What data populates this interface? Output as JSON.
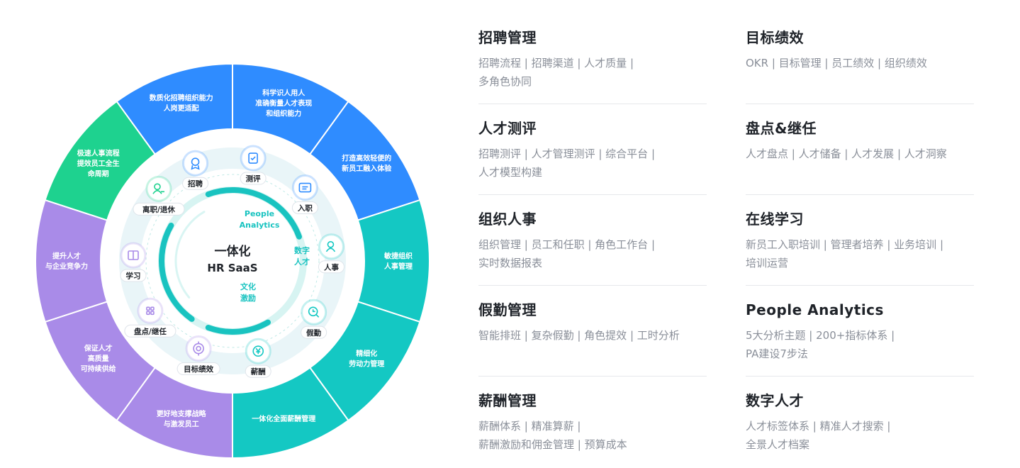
{
  "colors": {
    "green": "#1ed28f",
    "blue": "#2f8cff",
    "teal": "#14c8c3",
    "purple": "#a98be8",
    "ring_light": "#e9f5f8",
    "accent_teal": "#19c3c0"
  },
  "wheel": {
    "center_title": "一体化",
    "center_subtitle": "HR SaaS",
    "ring_labels": [
      {
        "text": "People\nAnalytics"
      },
      {
        "text": "数字\n人才"
      },
      {
        "text": "文化\n激励"
      }
    ],
    "outer_segments": [
      {
        "text": "数质化招聘组织能力\n人岗更适配",
        "color_key": "blue"
      },
      {
        "text": "科学识人用人\n准确衡量人才表现\n和组织能力",
        "color_key": "blue"
      },
      {
        "text": "打造高效轻便的\n新员工融入体验",
        "color_key": "blue"
      },
      {
        "text": "敏捷组织\n人事管理",
        "color_key": "teal"
      },
      {
        "text": "精细化\n劳动力管理",
        "color_key": "teal"
      },
      {
        "text": "一体化全面薪酬管理",
        "color_key": "teal"
      },
      {
        "text": "更好地支撑战略\n与激发员工",
        "color_key": "purple"
      },
      {
        "text": "保证人才\n高质量\n可持续供给",
        "color_key": "purple"
      },
      {
        "text": "提升人才\n与企业竞争力",
        "color_key": "purple"
      },
      {
        "text": "极速人事流程\n提效员工全生\n命周期",
        "color_key": "green"
      }
    ],
    "modules": [
      {
        "label": "招聘",
        "icon": "badge-icon",
        "color_key": "blue"
      },
      {
        "label": "测评",
        "icon": "clipboard-check-icon",
        "color_key": "blue"
      },
      {
        "label": "入职",
        "icon": "id-card-icon",
        "color_key": "blue"
      },
      {
        "label": "人事",
        "icon": "person-icon",
        "color_key": "teal"
      },
      {
        "label": "假勤",
        "icon": "clock-search-icon",
        "color_key": "teal"
      },
      {
        "label": "薪酬",
        "icon": "yen-icon",
        "color_key": "teal"
      },
      {
        "label": "目标绩效",
        "icon": "target-icon",
        "color_key": "purple"
      },
      {
        "label": "盘点/继任",
        "icon": "grid-icon",
        "color_key": "purple"
      },
      {
        "label": "学习",
        "icon": "book-icon",
        "color_key": "purple"
      },
      {
        "label": "离职/退休",
        "icon": "person-exit-icon",
        "color_key": "green"
      }
    ]
  },
  "features": {
    "left": [
      {
        "title": "招聘管理",
        "desc": "招聘流程 | 招聘渠道 | 人才质量 |\n多角色协同"
      },
      {
        "title": "人才测评",
        "desc": "招聘测评 | 人才管理测评 | 综合平台 |\n人才模型构建"
      },
      {
        "title": "组织人事",
        "desc": "组织管理 | 员工和任职 | 角色工作台 |\n实时数据报表"
      },
      {
        "title": "假勤管理",
        "desc": "智能排班 | 复杂假勤 | 角色提效 | 工时分析"
      },
      {
        "title": "薪酬管理",
        "desc": "薪酬体系 | 精准算薪 |\n薪酬激励和佣金管理 | 预算成本"
      }
    ],
    "right": [
      {
        "title": "目标绩效",
        "desc": "OKR | 目标管理 | 员工绩效 | 组织绩效"
      },
      {
        "title": "盘点&继任",
        "desc": "人才盘点 | 人才储备 | 人才发展 | 人才洞察"
      },
      {
        "title": "在线学习",
        "desc": "新员工入职培训 | 管理者培养 | 业务培训 |\n培训运营"
      },
      {
        "title": "People Analytics",
        "desc": "5大分析主题 | 200+指标体系 |\nPA建设7步法"
      },
      {
        "title": "数字人才",
        "desc": "人才标签体系 | 精准人才搜索 |\n全景人才档案"
      }
    ]
  }
}
